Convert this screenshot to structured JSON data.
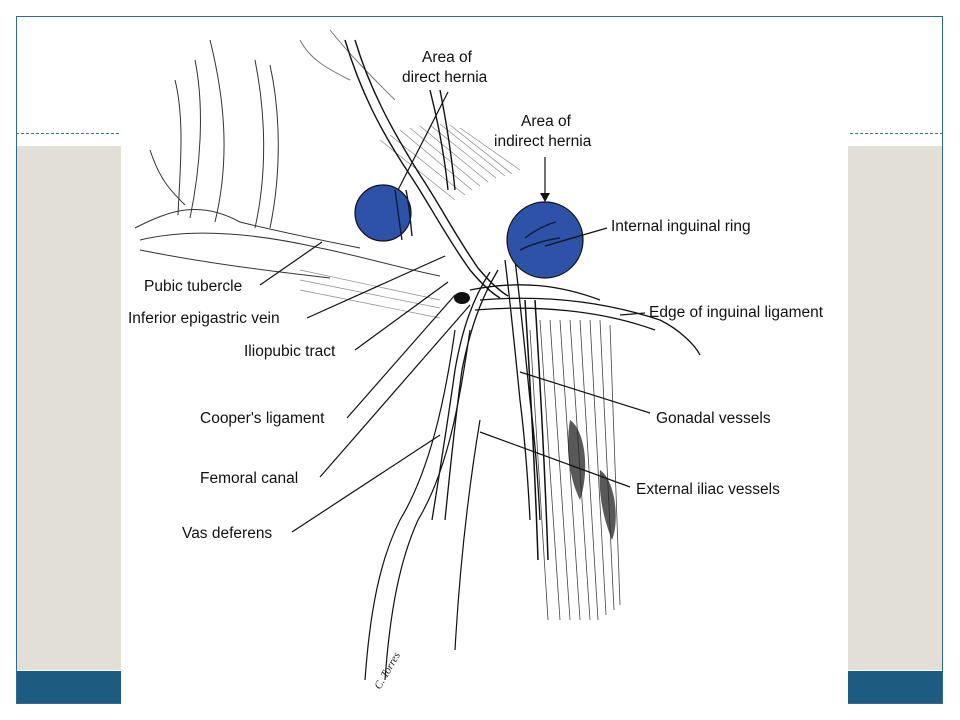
{
  "slide": {
    "frame_color": "#2e6a96",
    "band_color": "#e2dfd6",
    "footer_color": "#1d5b80"
  },
  "figure": {
    "hernia_fill": "#2d52a8",
    "labels": {
      "area_direct_hernia_line1": "Area of",
      "area_direct_hernia_line2": "direct hernia",
      "area_indirect_hernia_line1": "Area of",
      "area_indirect_hernia_line2": "indirect hernia",
      "internal_inguinal_ring": "Internal inguinal ring",
      "edge_inguinal_ligament": "Edge of inguinal ligament",
      "pubic_tubercle": "Pubic tubercle",
      "inferior_epigastric_vein": "Inferior epigastric vein",
      "iliopubic_tract": "Iliopubic tract",
      "coopers_ligament": "Cooper's ligament",
      "femoral_canal": "Femoral canal",
      "vas_deferens": "Vas deferens",
      "gonadal_vessels": "Gonadal vessels",
      "external_iliac_vessels": "External iliac vessels"
    },
    "signature": "C. Torres"
  }
}
